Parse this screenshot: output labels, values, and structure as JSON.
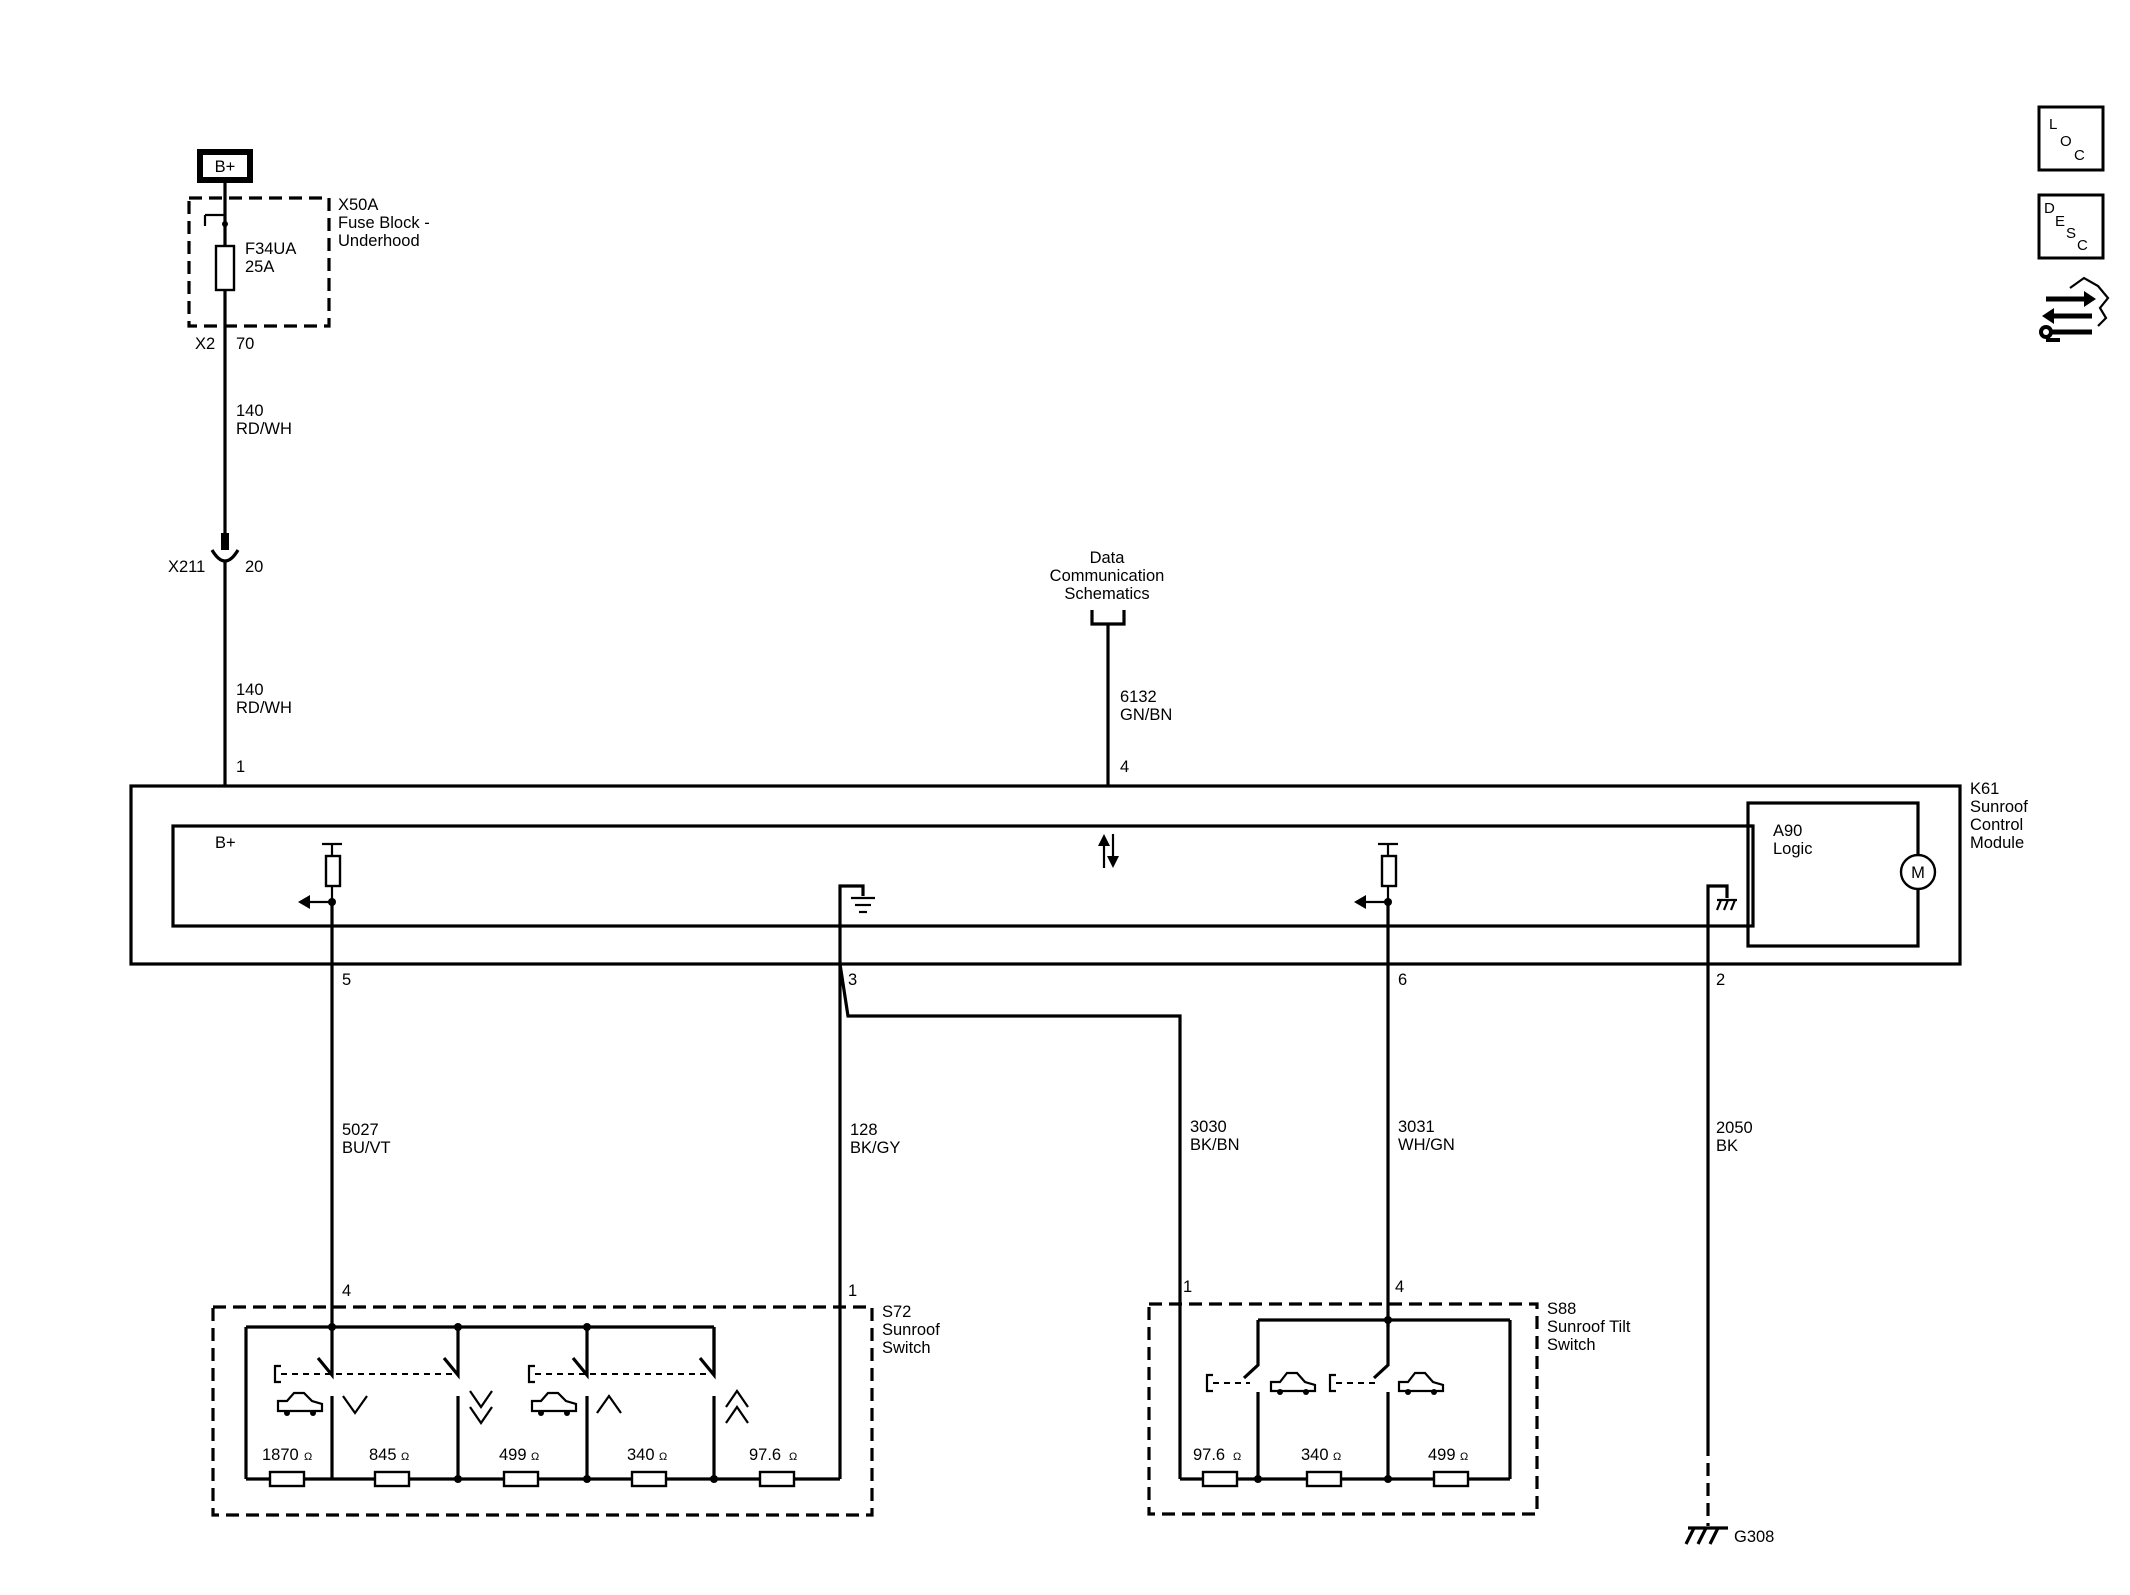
{
  "power": {
    "label": "B+"
  },
  "fuse_block": {
    "id": "X50A",
    "name_line1": "Fuse Block -",
    "name_line2": "Underhood",
    "fuse_id": "F34UA",
    "fuse_rating": "25A",
    "connector": "X2",
    "pin": "70"
  },
  "inline_connector": {
    "id": "X211",
    "pin": "20"
  },
  "wires": {
    "w140_upper": {
      "circuit": "140",
      "color": "RD/WH"
    },
    "w140_lower": {
      "circuit": "140",
      "color": "RD/WH"
    },
    "w6132": {
      "circuit": "6132",
      "color": "GN/BN"
    },
    "w5027": {
      "circuit": "5027",
      "color": "BU/VT"
    },
    "w128": {
      "circuit": "128",
      "color": "BK/GY"
    },
    "w3030": {
      "circuit": "3030",
      "color": "BK/BN"
    },
    "w3031": {
      "circuit": "3031",
      "color": "WH/GN"
    },
    "w2050": {
      "circuit": "2050",
      "color": "BK"
    }
  },
  "data_comm": {
    "line1": "Data",
    "line2": "Communication",
    "line3": "Schematics"
  },
  "module": {
    "id": "K61",
    "name_line1": "Sunroof",
    "name_line2": "Control",
    "name_line3": "Module",
    "bplus_label": "B+",
    "logic_id": "A90",
    "logic_name": "Logic",
    "motor_label": "M",
    "pins": {
      "p1": "1",
      "p4": "4",
      "p5": "5",
      "p3": "3",
      "p6": "6",
      "p2": "2"
    }
  },
  "s72": {
    "id": "S72",
    "name_line1": "Sunroof",
    "name_line2": "Switch",
    "pins": {
      "p4": "4",
      "p1": "1"
    },
    "resistors": [
      "1870",
      "845",
      "499",
      "340",
      "97.6"
    ],
    "ohm": "Ω"
  },
  "s88": {
    "id": "S88",
    "name_line1": "Sunroof Tilt",
    "name_line2": "Switch",
    "pins": {
      "p1": "1",
      "p4": "4"
    },
    "resistors": [
      "97.6",
      "340",
      "499"
    ],
    "ohm": "Ω"
  },
  "ground": {
    "id": "G308"
  },
  "side_icons": {
    "loc": [
      "L",
      "O",
      "C"
    ],
    "desc": [
      "D",
      "E",
      "S",
      "C"
    ]
  }
}
